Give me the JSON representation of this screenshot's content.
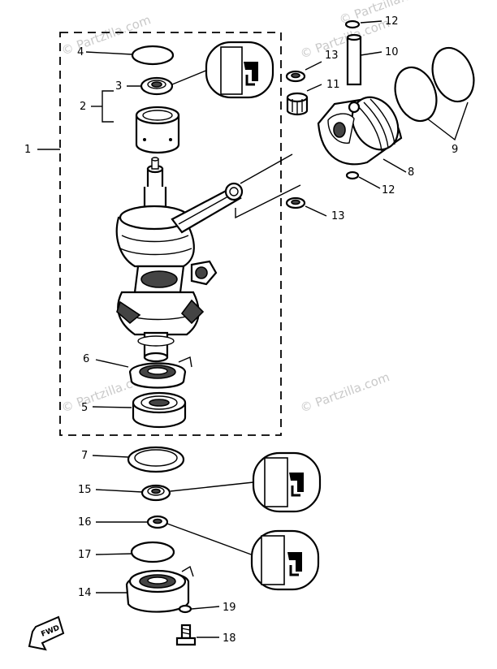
{
  "watermarks": [
    "© Partzilla.com",
    "© Partzilla.com",
    "© Partzilla.com",
    "© Partzilla.com",
    "© Partzilla.com"
  ],
  "labels": {
    "p1": "1",
    "p2": "2",
    "p3": "3",
    "p4": "4",
    "p5": "5",
    "p6": "6",
    "p7": "7",
    "p8": "8",
    "p9": "9",
    "p10": "10",
    "p11": "11",
    "p12a": "12",
    "p12b": "12",
    "p13a": "13",
    "p13b": "13",
    "p14": "14",
    "p15": "15",
    "p16": "16",
    "p17": "17",
    "p18": "18",
    "p19": "19"
  },
  "fwd_label": "FWD"
}
